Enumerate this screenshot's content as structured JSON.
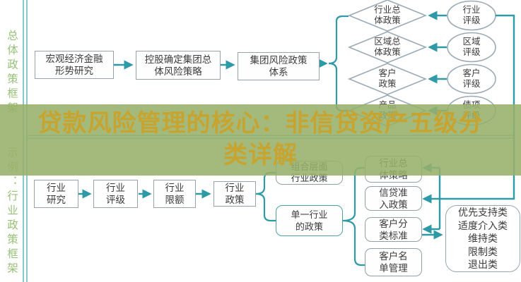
{
  "title": {
    "full": "贷款风险管理的核心：非信贷资产五级分类详解",
    "line1": "贷款风险管理的核心：非信贷资产五级分",
    "line2": "类详解"
  },
  "sidebar": {
    "top_label": "总体政策框架",
    "bottom_label": "示例：行业政策框架"
  },
  "top_section": {
    "flow_boxes": [
      {
        "label": "宏观经济金融\n形势研究"
      },
      {
        "label": "控股确定集团总\n体风险策略"
      },
      {
        "label": "集团风险政策\n体系"
      }
    ],
    "policy_diamonds": [
      {
        "label": "行业总\n体政策"
      },
      {
        "label": "区域总\n体政策"
      },
      {
        "label": "客户\n政策"
      },
      {
        "label": "产品\n政策"
      }
    ],
    "rating_ellipses": [
      {
        "label": "行业\n评级"
      },
      {
        "label": "区域\n评级"
      },
      {
        "label": "客户\n评级"
      },
      {
        "label": "债项\n评级"
      }
    ]
  },
  "bottom_section": {
    "flow_boxes": [
      {
        "label": "行业\n研究"
      },
      {
        "label": "行业\n评级"
      },
      {
        "label": "行业\n限额"
      },
      {
        "label": "行业\n政策"
      }
    ],
    "level_boxes": [
      {
        "label": "组合层面\n行业政策"
      },
      {
        "label": "单一行业\n的政策"
      }
    ],
    "policy_boxes": [
      {
        "label": "行业总\n体策略"
      },
      {
        "label": "信贷准\n入政策"
      },
      {
        "label": "客户分\n类标准"
      },
      {
        "label": "客户名\n单管理"
      }
    ],
    "classification_list": [
      "优先支持类",
      "适度介入类",
      "维持类",
      "限制类",
      "退出类"
    ]
  },
  "colors": {
    "connector_teal": "#2e9aa8",
    "double_line": "#8bc7cf",
    "divider_line": "#83c4b9",
    "box_border_gray": "#98a2ab",
    "shape_border": "#9aabb6",
    "rounded_teal": "#4ba3a3",
    "band_green": "#97b06a",
    "title_gold": "#c7a42f",
    "sidebar_green": "#97c178"
  }
}
